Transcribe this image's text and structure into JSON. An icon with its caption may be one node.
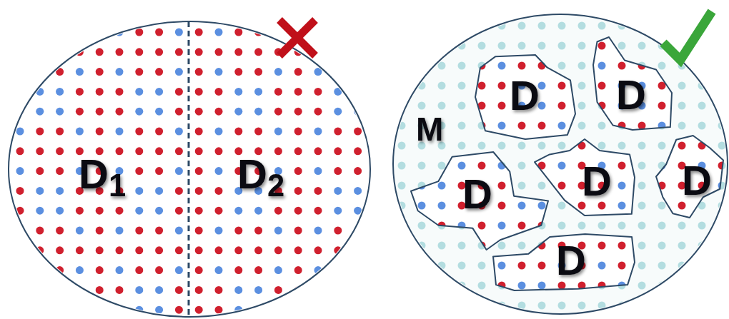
{
  "diagram": {
    "nodes": [
      {
        "text": [
          "D$_{1}$",
          "D$_{2}$"
        ]
      },
      {
        "text": [
          "M"
        ]
      },
      {
        "text": [
          "D"
        ],
        "in": 1
      },
      {
        "text": [
          "D"
        ],
        "in": 1
      },
      {
        "text": [
          "D"
        ],
        "in": 1
      },
      {
        "text": [
          "D"
        ],
        "in": 1
      },
      {
        "text": [
          "D"
        ],
        "in": 1
      },
      {
        "text": [
          "D"
        ],
        "in": 1
      }
    ]
  }
}
